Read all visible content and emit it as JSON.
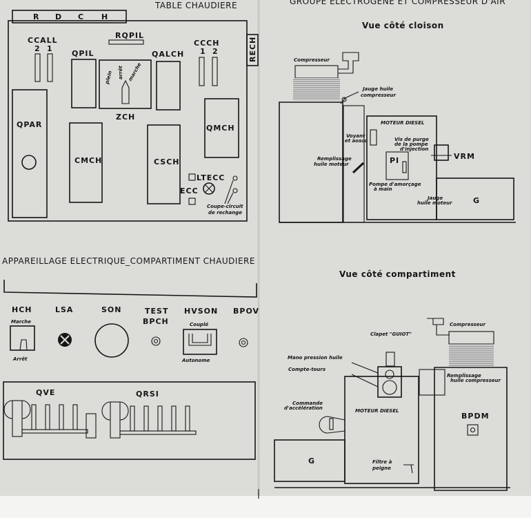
{
  "top_left_title": "TABLE CHAUDIERE",
  "top_right_title": "GROUPE ELECTROGENE ET COMPRESSEUR D'AIR",
  "tableau": {
    "top_tab": [
      "R",
      "D",
      "C",
      "H"
    ],
    "side_tab": "RECH",
    "rqpil": "RQPIL",
    "ccall": "CCALL",
    "ccall_nums": [
      "2",
      "1"
    ],
    "qpil": "QPIL",
    "zch": "ZCH",
    "zch_positions": [
      "plein",
      "arrêt",
      "marche"
    ],
    "qalch": "QALCH",
    "ccch": "CCCH",
    "ccch_nums": [
      "1",
      "2"
    ],
    "qpar": "QPAR",
    "cmch": "CMCH",
    "csch": "CSCH",
    "qmch": "QMCH",
    "ltecc": "LTECC",
    "ecc": "ECC",
    "coupe_circuit": [
      "Coupe-circuit",
      "de rechange"
    ]
  },
  "appareillage": {
    "title": "APPAREILLAGE  ELECTRIQUE_COMPARTIMENT  CHAUDIERE",
    "hch": "HCH",
    "hch_on": "Marche",
    "hch_off": "Arrêt",
    "lsa": "LSA",
    "son": "SON",
    "test": "TEST",
    "bpch": "BPCH",
    "hvson": "HVSON",
    "hvson_top": "Couplé",
    "hvson_bottom": "Autonome",
    "bpov": "BPOV",
    "qve": "QVE",
    "qrsi": "QRSI"
  },
  "vue_cloison": {
    "title": "Vue côté cloison",
    "compresseur": "Compresseur",
    "jauge_comp": [
      "Jauge huile",
      "compresseur"
    ],
    "moteur": "MOTEUR DIESEL",
    "voyant": [
      "Voyant",
      "et aoscc"
    ],
    "vis_purge": [
      "Vis de purge",
      "de la pompe",
      "d'injection"
    ],
    "vrm": "VRM",
    "remplissage": [
      "Remplissage",
      "huile moteur"
    ],
    "pi": "PI",
    "pompe": [
      "Pompe d'amorçage",
      "à main"
    ],
    "jauge_moteur": [
      "Jauge",
      "huile moteur"
    ],
    "g": "G"
  },
  "vue_compartiment": {
    "title": "Vue côté compartiment",
    "compresseur": "Compresseur",
    "clapet": "Clapet \"GUIOT\"",
    "mano": "Mano pression huile",
    "compte_tours": "Compte-tours",
    "remplissage": [
      "Remplissage",
      "huile compresseur"
    ],
    "commande": [
      "Commande",
      "d'accélération"
    ],
    "moteur": "MOTEUR DIESEL",
    "bpdm": "BPDM",
    "filtre": [
      "Filtre à",
      "peigne"
    ],
    "g": "G"
  }
}
